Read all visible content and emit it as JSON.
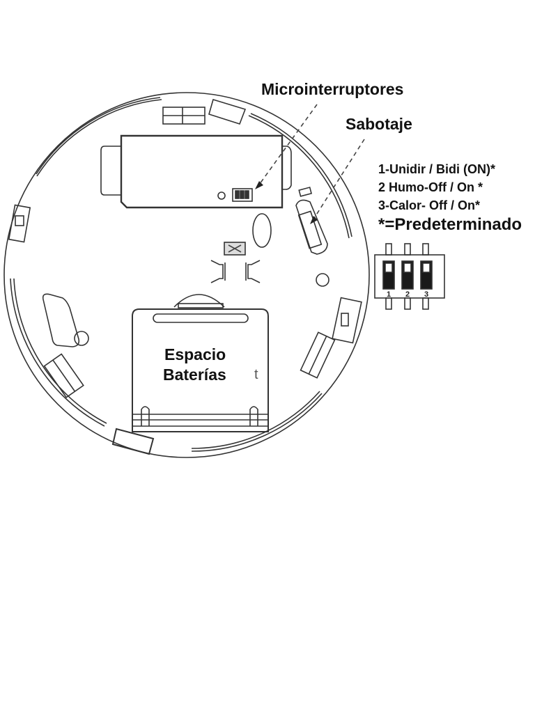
{
  "callouts": {
    "microswitches": "Microinterruptores",
    "tamper": "Sabotaje"
  },
  "legend": {
    "rows": [
      "1-Unidir / Bidi (ON)*",
      "2 Humo-Off / On *",
      "3-Calor- Off / On*"
    ],
    "default_note": "*=Predeterminado"
  },
  "battery": {
    "line1": "Espacio",
    "line2": "Baterías",
    "stray_glyph": "t"
  },
  "dip_switch": {
    "labels": [
      "1",
      "2",
      "3"
    ],
    "state": [
      "on",
      "on",
      "on"
    ]
  },
  "colors": {
    "line": "#333333",
    "switch_body": "#1a1a1a",
    "text": "#111111"
  }
}
